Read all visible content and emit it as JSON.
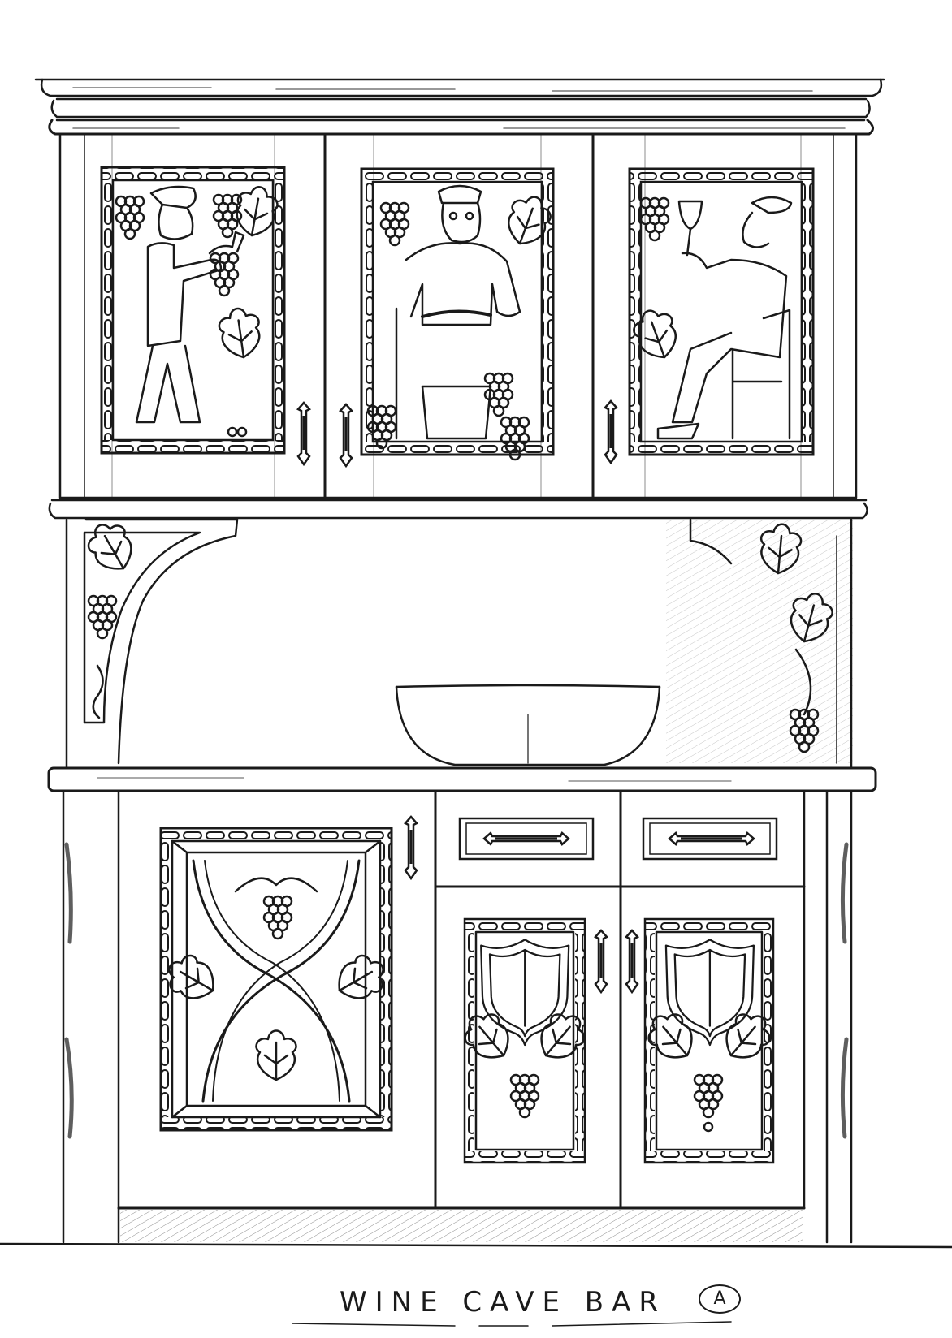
{
  "drawing": {
    "title": "WINE CAVE BAR",
    "sheet_mark": "A",
    "ink_color": "#1a1a1a",
    "paper_color": "#ffffff",
    "upper_cabinet": {
      "doors": [
        {
          "scene": "vintner holding grape cluster",
          "handle": "vertical-pull"
        },
        {
          "scene": "grape treader at vat",
          "handle": "vertical-pull"
        },
        {
          "scene": "seated man raising wine glass",
          "handle": "vertical-pull"
        }
      ]
    },
    "hutch": {
      "left_bracket": "carved grapevine corner bracket",
      "right_bracket": "carved grape leaves and cluster",
      "vessel": "bowl sink"
    },
    "lower_cabinet": {
      "left_door": "carved interlaced X with grape and leaves",
      "drawers": [
        {
          "handle": "horizontal-pull"
        },
        {
          "handle": "horizontal-pull"
        }
      ],
      "right_doors": [
        {
          "motif": "shield with grape leaves and cluster",
          "handle": "vertical-pull"
        },
        {
          "motif": "shield with grape leaves and cluster",
          "handle": "vertical-pull"
        }
      ]
    }
  }
}
